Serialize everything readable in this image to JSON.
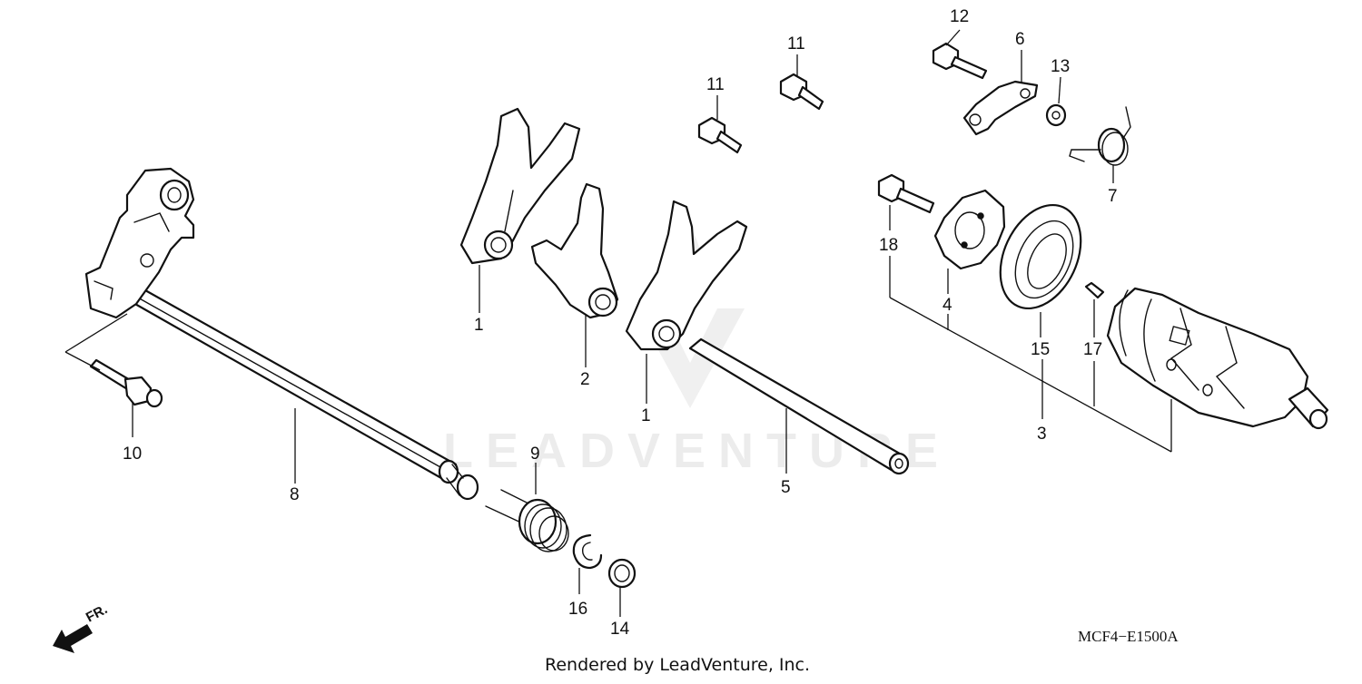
{
  "diagram": {
    "drawing_code": "MCF4−E1500A",
    "footer": "Rendered by LeadVenture, Inc.",
    "watermark": "LEADVENTURE",
    "direction_label": "FR.",
    "callouts": {
      "fork_a": "1",
      "fork_center": "2",
      "drum_group": "3",
      "stopper_plate": "4",
      "fork_shaft": "5",
      "stopper_arm": "6",
      "arm_spring": "7",
      "shift_spindle": "8",
      "return_spring": "9",
      "pin_bolt": "10",
      "bolt_upper": "11",
      "bolt_lower": "11",
      "arm_bolt": "12",
      "washer_arm": "13",
      "washer_spindle": "14",
      "bearing": "15",
      "circlip": "16",
      "dowel_pin": "17",
      "plate_bolt": "18",
      "fork_b": "1"
    }
  }
}
